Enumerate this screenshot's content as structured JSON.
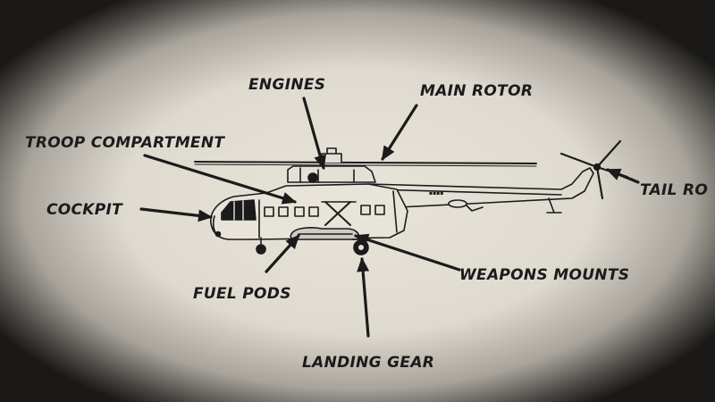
{
  "diagram": {
    "labels": {
      "engines": "ENGINES",
      "main_rotor": "MAIN ROTOR",
      "troop_compartment": "TROOP COMPARTMENT",
      "cockpit": "COCKPIT",
      "tail_rotor": "TAIL RO",
      "weapons_mounts": "WEAPONS MOUNTS",
      "fuel_pods": "FUEL PODS",
      "landing_gear": "LANDING GEAR"
    },
    "colors": {
      "paper": "#e4e0d6",
      "ink": "#1b1b1b",
      "vignette": "#1a1917"
    }
  }
}
